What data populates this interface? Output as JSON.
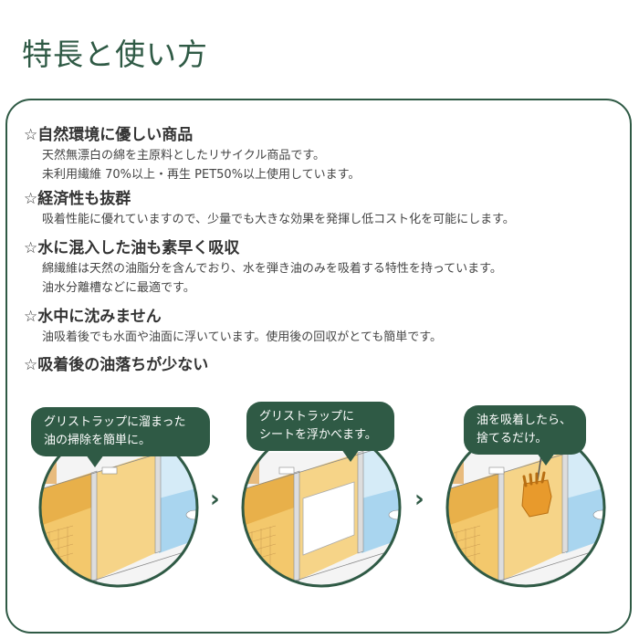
{
  "title": "特長と使い方",
  "features": [
    {
      "heading": "☆自然環境に優しい商品",
      "lines": [
        "天然無漂白の綿を主原料としたリサイクル商品です。",
        "未利用繊維 70%以上・再生 PET50%以上使用しています。"
      ]
    },
    {
      "heading": "☆経済性も抜群",
      "lines": [
        "吸着性能に優れていますので、少量でも大きな効果を発揮し低コスト化を可能にします。"
      ]
    },
    {
      "heading": "☆水に混入した油も素早く吸収",
      "lines": [
        "綿繊維は天然の油脂分を含んでおり、水を弾き油のみを吸着する特性を持っています。",
        "油水分離槽などに最適です。"
      ]
    },
    {
      "heading": "☆水中に沈みません",
      "lines": [
        "油吸着後でも水面や油面に浮いています。使用後の回収がとても簡単です。"
      ]
    },
    {
      "heading": "☆吸着後の油落ちが少ない",
      "lines": []
    }
  ],
  "steps": [
    {
      "bubble": [
        "グリストラップに溜まった",
        "油の掃除を簡単に。"
      ]
    },
    {
      "bubble": [
        "グリストラップに",
        "シートを浮かべます。"
      ]
    },
    {
      "bubble": [
        "油を吸着したら、",
        "捨てるだけ。"
      ]
    }
  ],
  "arrow_glyph": "›",
  "colors": {
    "accent": "#2f5a45",
    "oil": "#f0c060",
    "water": "#a8d4ee",
    "sheet": "#ffffff",
    "glove": "#e89a2c"
  }
}
